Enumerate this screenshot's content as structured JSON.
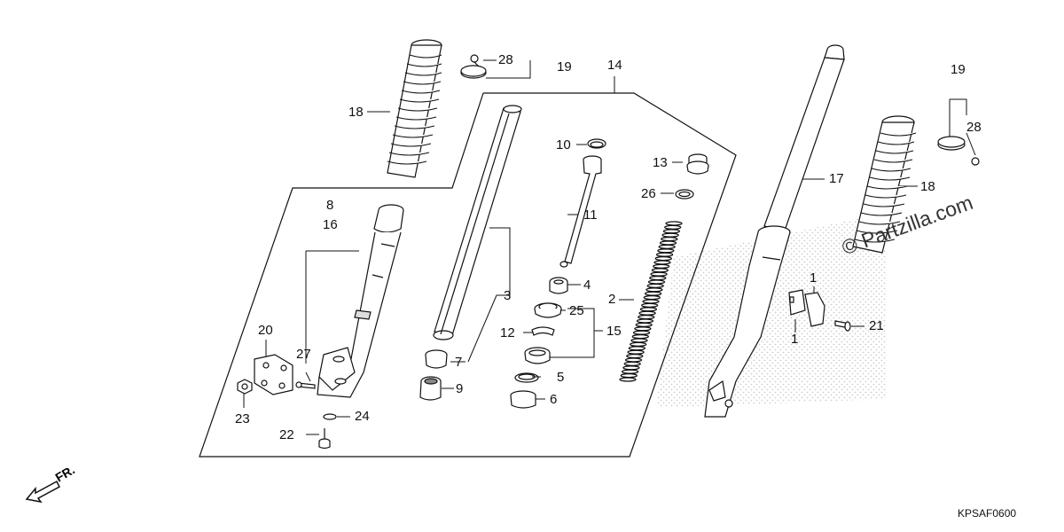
{
  "callouts": {
    "c1a": "1",
    "c1b": "1",
    "c2": "2",
    "c3": "3",
    "c4": "4",
    "c5": "5",
    "c6": "6",
    "c7": "7",
    "c8": "8",
    "c9": "9",
    "c10": "10",
    "c11": "11",
    "c12": "12",
    "c13": "13",
    "c14": "14",
    "c15": "15",
    "c16": "16",
    "c17": "17",
    "c18a": "18",
    "c18b": "18",
    "c19a": "19",
    "c19b": "19",
    "c20": "20",
    "c21": "21",
    "c22": "22",
    "c23": "23",
    "c24": "24",
    "c25": "25",
    "c26": "26",
    "c27": "27",
    "c28a": "28",
    "c28b": "28"
  },
  "front_indicator": "FR.",
  "diagram_code": "KPSAF0600",
  "watermark": "© Partzilla.com",
  "icons": {
    "front_arrow": "arrow-down-left-icon"
  }
}
